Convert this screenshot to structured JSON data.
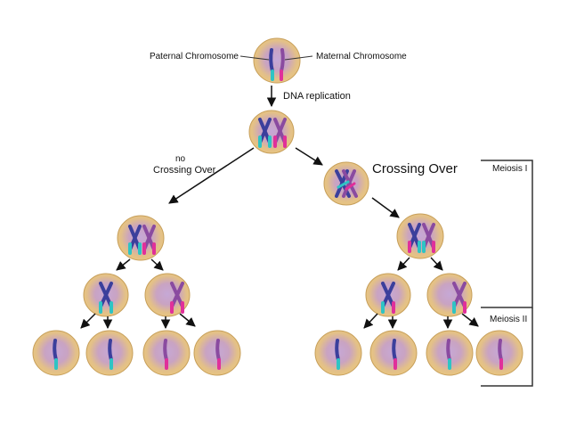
{
  "labels": {
    "paternal": "Paternal Chromosome",
    "maternal": "Maternal Chromosome",
    "dna_replication": "DNA replication",
    "no_crossing_line1": "no",
    "no_crossing_line2": "Crossing Over",
    "crossing_over": "Crossing Over",
    "meiosis_1": "Meiosis I",
    "meiosis_2": "Meiosis II"
  },
  "colors": {
    "cell_outer": "#e8c57e",
    "cell_inner": "#b993c8",
    "cell_edge": "#c79f5a",
    "paternal_chromosome": "#3b3f9c",
    "maternal_chromosome": "#8a4ba0",
    "paternal_tip": "#2ec4c4",
    "maternal_tip": "#e0309a",
    "arrow": "#111111",
    "bracket": "#333333"
  }
}
